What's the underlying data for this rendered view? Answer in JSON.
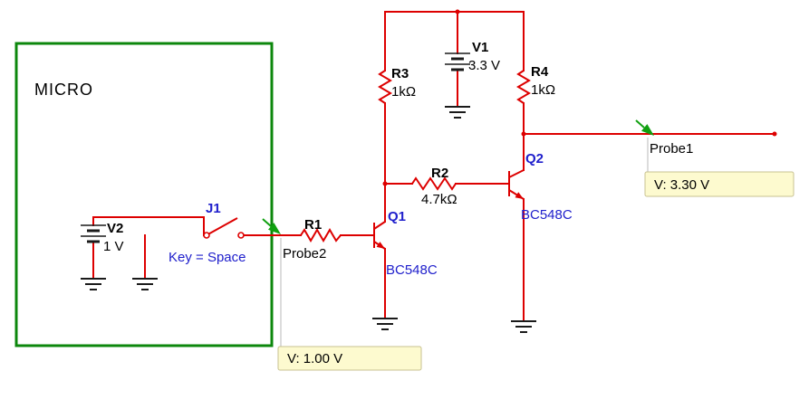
{
  "colors": {
    "wire_red": "#dd0000",
    "symbol_black": "#1a1a1a",
    "label_blue": "#2020cc",
    "micro_box_green": "#0c870c",
    "probe_green": "#10a010",
    "readout_bg": "#fdfacf",
    "readout_border": "#c8c291"
  },
  "micro_box": {
    "label": "MICRO"
  },
  "components": {
    "v1": {
      "refdes": "V1",
      "value": "3.3 V"
    },
    "v2": {
      "refdes": "V2",
      "value": "1 V"
    },
    "r1": {
      "refdes": "R1"
    },
    "r2": {
      "refdes": "R2",
      "value": "4.7kΩ"
    },
    "r3": {
      "refdes": "R3",
      "value": "1kΩ"
    },
    "r4": {
      "refdes": "R4",
      "value": "1kΩ"
    },
    "q1": {
      "refdes": "Q1",
      "value": "BC548C"
    },
    "q2": {
      "refdes": "Q2",
      "value": "BC548C"
    },
    "j1": {
      "refdes": "J1",
      "key_label": "Key = Space"
    }
  },
  "probes": {
    "probe1": {
      "label": "Probe1",
      "reading": "V: 3.30 V"
    },
    "probe2": {
      "label": "Probe2",
      "reading": "V: 1.00 V"
    }
  }
}
